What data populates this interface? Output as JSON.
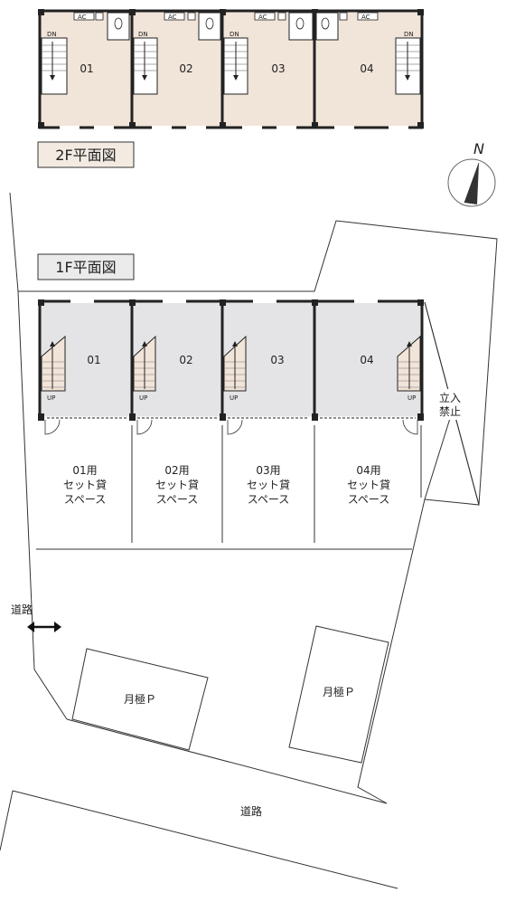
{
  "floor2": {
    "title": "2F平面図",
    "units": [
      {
        "label": "01",
        "ac": "AC",
        "stair": "DN"
      },
      {
        "label": "02",
        "ac": "AC",
        "stair": "DN"
      },
      {
        "label": "03",
        "ac": "AC",
        "stair": "DN"
      },
      {
        "label": "04",
        "ac": "AC",
        "stair": "DN"
      }
    ]
  },
  "floor1": {
    "title": "1F平面図",
    "units": [
      {
        "label": "01",
        "stair": "UP"
      },
      {
        "label": "02",
        "stair": "UP"
      },
      {
        "label": "03",
        "stair": "UP"
      },
      {
        "label": "04",
        "stair": "UP"
      }
    ]
  },
  "compass": {
    "north": "N"
  },
  "no_entry": [
    "立入",
    "禁止"
  ],
  "parking_spaces": [
    {
      "lines": [
        "01用",
        "セット貸",
        "スペース"
      ]
    },
    {
      "lines": [
        "02用",
        "セット貸",
        "スペース"
      ]
    },
    {
      "lines": [
        "03用",
        "セット貸",
        "スペース"
      ]
    },
    {
      "lines": [
        "04用",
        "セット貸",
        "スペース"
      ]
    }
  ],
  "road_west": "道路",
  "road_south": "道路",
  "monthly_parking": [
    "月極Ｐ",
    "月極Ｐ"
  ],
  "colors": {
    "floor2_fill": "#f1e4d8",
    "floor1_fill": "#e4e4e6",
    "wall": "#222222"
  }
}
